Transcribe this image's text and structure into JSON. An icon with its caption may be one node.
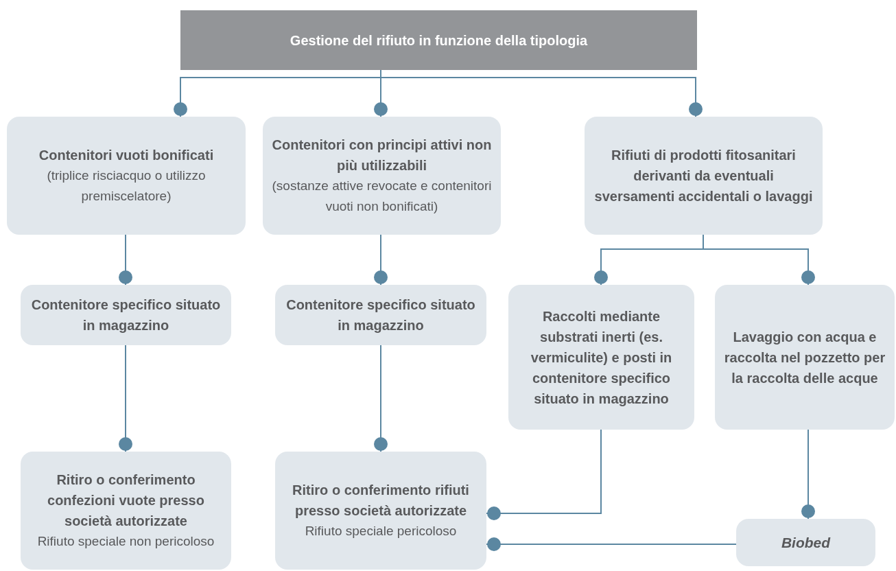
{
  "diagram": {
    "nodes": [
      {
        "text": [
          "Gestione del rifiuto in funzione della tipologia"
        ]
      },
      {
        "text": [
          "Contenitori vuoti bonificati",
          "(triplice risciacquo o utilizzo premiscelatore)"
        ]
      },
      {
        "text": [
          "Contenitori con principi attivi non più utilizzabili",
          "(sostanze attive revocate e contenitori vuoti non bonificati)"
        ]
      },
      {
        "text": [
          "Rifiuti di prodotti fitosanitari derivanti da eventuali sversamenti accidentali o lavaggi"
        ]
      },
      {
        "text": [
          "Contenitore specifico situato in magazzino"
        ]
      },
      {
        "text": [
          "Contenitore specifico situato in magazzino"
        ]
      },
      {
        "text": [
          "Raccolti mediante substrati inerti (es. vermiculite) e posti in contenitore specifico situato in magazzino"
        ]
      },
      {
        "text": [
          "Lavaggio con acqua e raccolta nel pozzetto per la raccolta delle acque"
        ]
      },
      {
        "text": [
          "Ritiro o conferimento confezioni vuote presso società autorizzate",
          "Rifiuto speciale non pericoloso"
        ]
      },
      {
        "text": [
          "Ritiro o conferimento rifiuti presso società autorizzate",
          "Rifiuto speciale pericoloso"
        ]
      },
      {
        "text": [
          "Biobed"
        ]
      }
    ],
    "edges": [
      {
        "from": 0,
        "to": 1,
        "arrow": "other"
      },
      {
        "from": 0,
        "to": 2,
        "arrow": "other"
      },
      {
        "from": 0,
        "to": 3,
        "arrow": "other"
      },
      {
        "from": 1,
        "to": 4,
        "arrow": "other"
      },
      {
        "from": 2,
        "to": 5,
        "arrow": "other"
      },
      {
        "from": 3,
        "to": 6,
        "arrow": "other"
      },
      {
        "from": 3,
        "to": 7,
        "arrow": "other"
      },
      {
        "from": 4,
        "to": 8,
        "arrow": "other"
      },
      {
        "from": 5,
        "to": 9,
        "arrow": "other"
      },
      {
        "from": 6,
        "to": 9,
        "arrow": "other"
      },
      {
        "from": 7,
        "to": 10,
        "arrow": "other"
      },
      {
        "from": 10,
        "to": 9,
        "arrow": "other"
      }
    ]
  }
}
